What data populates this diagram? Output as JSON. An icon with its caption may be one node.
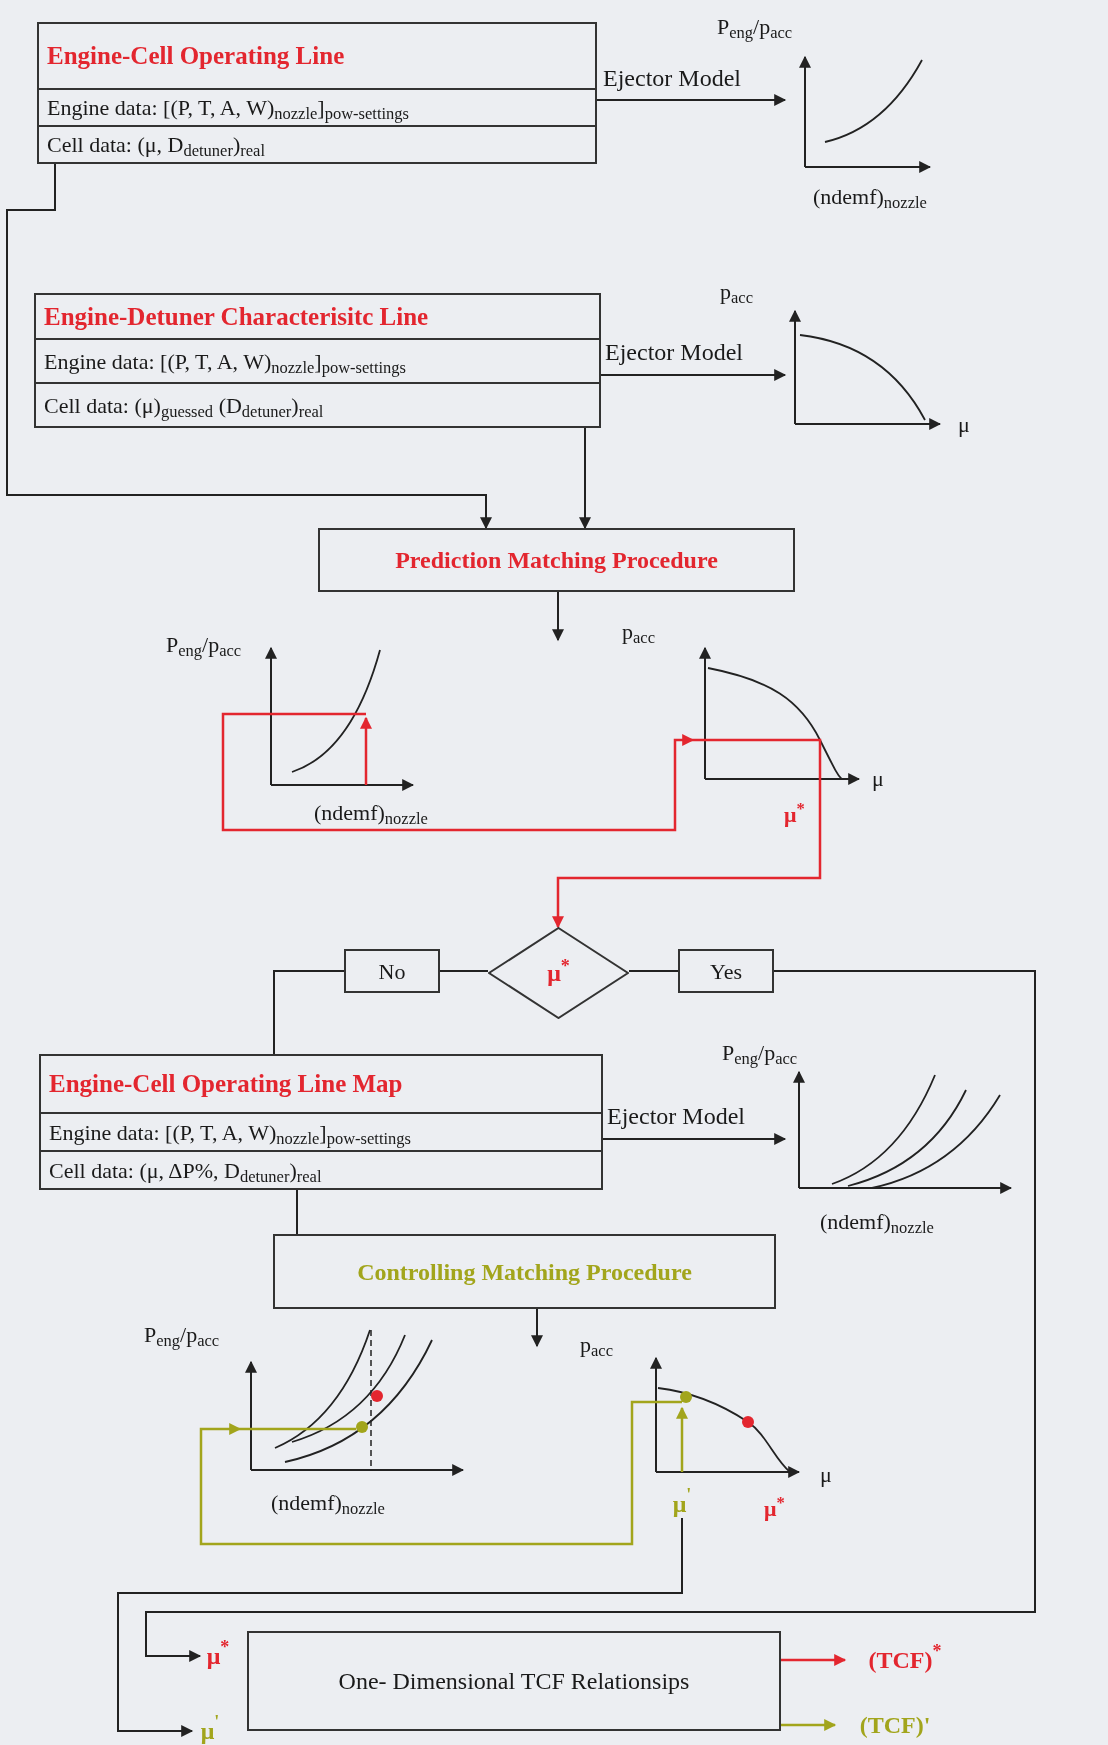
{
  "diagram": {
    "nodes": [
      {
        "text": [
          "Engine-Cell Operating Line",
          "Engine data: [(P, T, A, W)$_{nozzle}$]$_{pow-settings}$",
          "Cell data: (μ, D$_{detuner}$)$_{real}$"
        ]
      },
      {
        "text": [],
        "shape": "picture"
      },
      {
        "text": [
          "Engine-Detuner Characterisitc Line",
          "Engine data: [(P, T, A, W)$_{nozzle}$]$_{pow-settings}$",
          "Cell data: (μ)$_{guessed}$ (D$_{detuner}$)$_{real}$"
        ]
      },
      {
        "text": [],
        "shape": "picture"
      },
      {
        "text": [
          "Prediction Matching Procedure"
        ]
      },
      {
        "text": [],
        "shape": "picture"
      },
      {
        "text": [],
        "shape": "picture"
      },
      {
        "text": [
          "μ$^{*}$"
        ]
      },
      {
        "text": [
          "No"
        ]
      },
      {
        "text": [
          "Yes"
        ]
      },
      {
        "text": [
          "Engine-Cell Operating Line Map",
          "Engine data: [(P, T, A, W)$_{nozzle}$]$_{pow-settings}$",
          "Cell data: (μ, ΔP%, D$_{detuner}$)$_{real}$"
        ]
      },
      {
        "text": [],
        "shape": "picture"
      },
      {
        "text": [
          "Controlling Matching Procedure"
        ]
      },
      {
        "text": [],
        "shape": "picture"
      },
      {
        "text": [],
        "shape": "picture"
      },
      {
        "text": [
          "μ$^{'}$"
        ]
      },
      {
        "text": [
          "μ$^{*}$"
        ]
      },
      {
        "text": [
          "μ$^{'}$"
        ]
      },
      {
        "text": [
          "One- Dimensional TCF Relationsips"
        ]
      },
      {
        "text": [
          "(TCF)$^{*}$"
        ]
      },
      {
        "text": [
          "(TCF)'"
        ]
      }
    ],
    "edges": [
      {
        "from": 0,
        "to": 1,
        "arrow": "to",
        "label": "Ejector Model"
      },
      {
        "from": 2,
        "to": 3,
        "arrow": "to",
        "label": "Ejector Model"
      },
      {
        "from": 0,
        "to": 4,
        "arrow": "to"
      },
      {
        "from": 2,
        "to": 4,
        "arrow": "to"
      },
      {
        "from": 4,
        "to": null,
        "arrow": "to"
      },
      {
        "from": 5,
        "to": 6,
        "arrow": "to",
        "color": "#e3262f"
      },
      {
        "from": 6,
        "to": 7,
        "arrow": "to",
        "color": "#e3262f"
      },
      {
        "from": 7,
        "to": 8,
        "arrow": "none"
      },
      {
        "from": 7,
        "to": 9,
        "arrow": "none"
      },
      {
        "from": 8,
        "to": 10,
        "arrow": "none"
      },
      {
        "from": 10,
        "to": 11,
        "arrow": "to",
        "label": "Ejector Model"
      },
      {
        "from": 10,
        "to": 12,
        "arrow": "none"
      },
      {
        "from": 12,
        "to": null,
        "arrow": "to"
      },
      {
        "from": 14,
        "to": 13,
        "arrow": "to",
        "color": "#a2a51c"
      },
      {
        "from": 15,
        "to": 17,
        "arrow": "to"
      },
      {
        "from": 9,
        "to": 16,
        "arrow": "to"
      },
      {
        "from": 18,
        "to": 19,
        "arrow": "to",
        "color": "#e3262f"
      },
      {
        "from": 18,
        "to": 20,
        "arrow": "to",
        "color": "#a2a51c"
      }
    ],
    "labels": [
      "P$_{eng}$/p$_{acc}$",
      "(ndemf)$_{nozzle}$",
      "p$_{acc}$",
      "μ",
      "P$_{eng}$/p$_{acc}$",
      "p$_{acc}$",
      "μ",
      "μ$^{*}$",
      "(ndemf)$_{nozzle}$",
      "P$_{eng}$/p$_{acc}$",
      "(ndemf)$_{nozzle}$",
      "P$_{eng}$/p$_{acc}$",
      "p$_{acc}$",
      "μ",
      "(ndemf)$_{nozzle}$",
      "μ$^{*}$"
    ]
  }
}
